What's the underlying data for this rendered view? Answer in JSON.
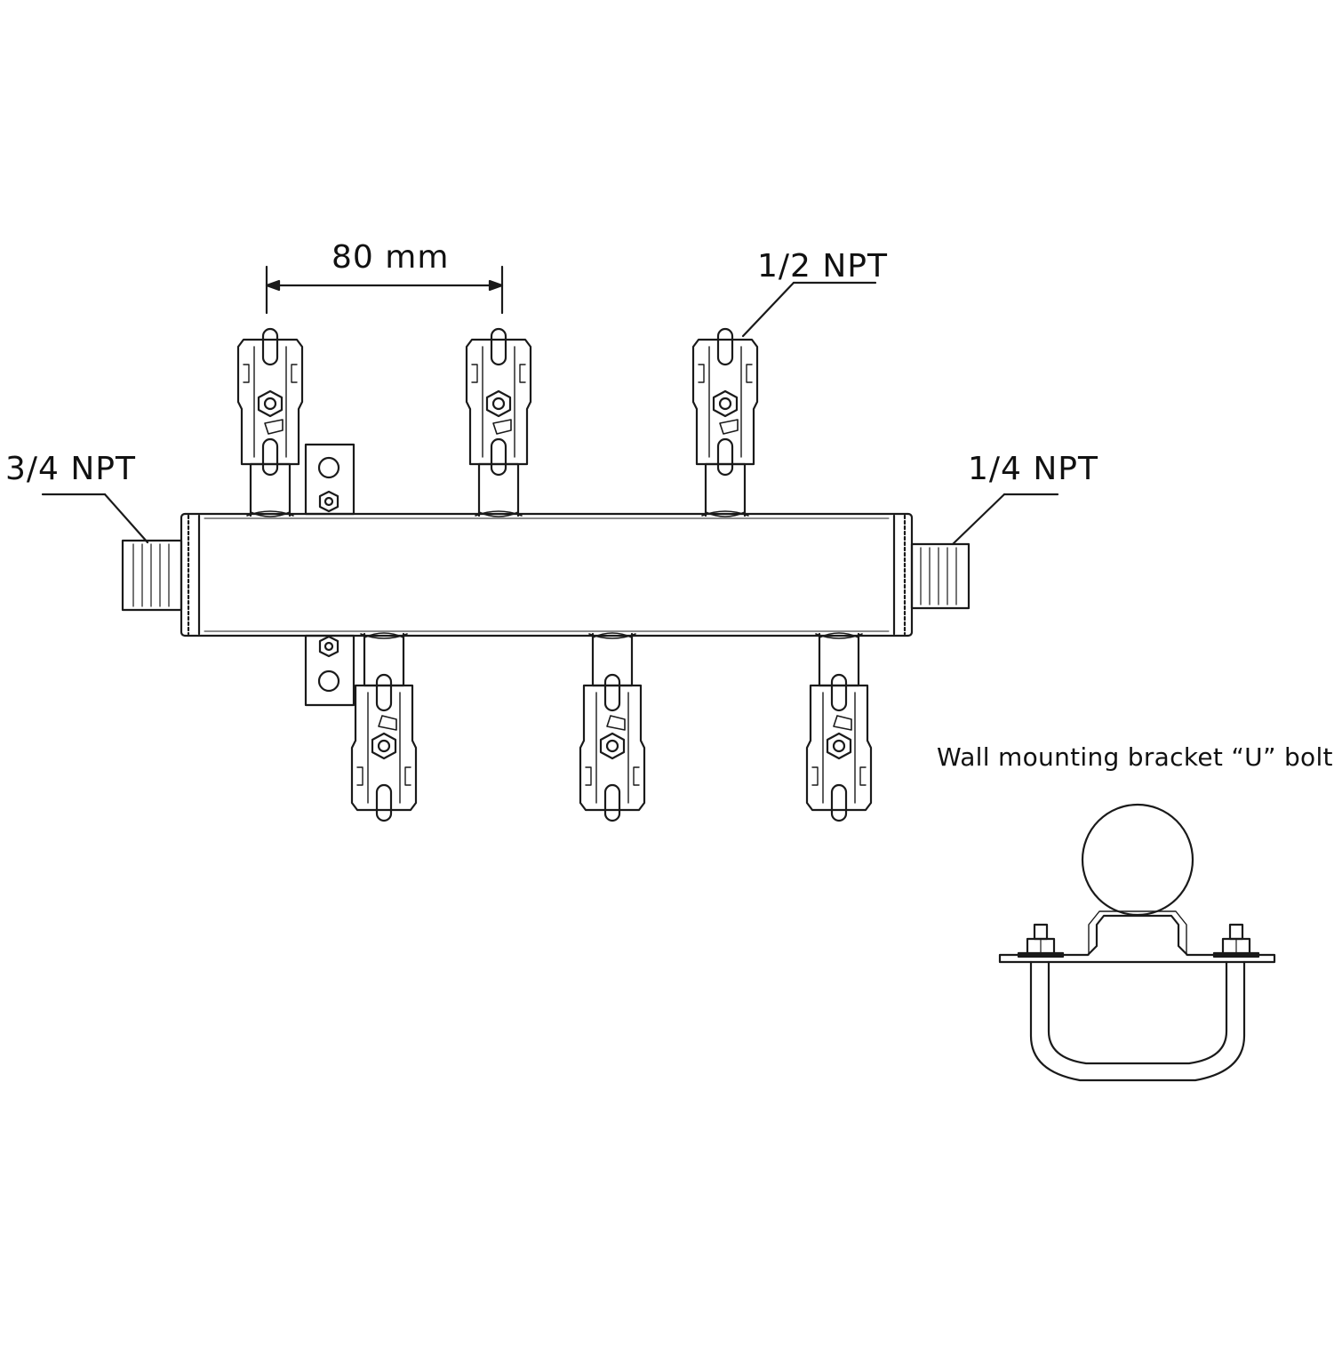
{
  "labels": {
    "spacing": "80 mm",
    "outlet_thread": "1/2 NPT",
    "inlet_thread": "3/4 NPT",
    "end_thread": "1/4 NPT",
    "bracket_caption": "Wall mounting bracket “U” bolt"
  },
  "colors": {
    "line": "#1a1a1a",
    "background": "#ffffff"
  },
  "valves": {
    "top_count": 3,
    "bottom_count": 3
  }
}
